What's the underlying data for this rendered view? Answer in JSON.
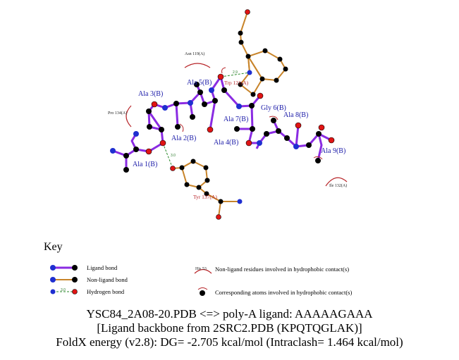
{
  "ligand_residues": [
    {
      "id": "ala1",
      "label": "Ala 1(B)"
    },
    {
      "id": "ala2",
      "label": "Ala 2(B)"
    },
    {
      "id": "ala3",
      "label": "Ala 3(B)"
    },
    {
      "id": "ala4",
      "label": "Ala 4(B)"
    },
    {
      "id": "ala5",
      "label": "Ala 5(B)"
    },
    {
      "id": "gly6",
      "label": "Gly 6(B)"
    },
    {
      "id": "ala7",
      "label": "Ala 7(B)"
    },
    {
      "id": "ala8",
      "label": "Ala 8(B)"
    },
    {
      "id": "ala9",
      "label": "Ala 9(B)"
    }
  ],
  "protein_residues": [
    {
      "id": "trp121",
      "label": "Trp 121(A)"
    },
    {
      "id": "tyr137",
      "label": "Tyr 137(A)"
    }
  ],
  "hydrophobic_residues": [
    {
      "id": "asn119",
      "label": "Asn 119(A)"
    },
    {
      "id": "pro134",
      "label": "Pro 134(A)"
    },
    {
      "id": "ile132",
      "label": "Ile 132(A)"
    }
  ],
  "colors": {
    "ligand_bond": "#8a2be2",
    "nonligand_bond": "#c8842a",
    "hbond": "#2a8a2a",
    "carbon": "#000000",
    "nitrogen": "#1f2fd0",
    "oxygen": "#e01414",
    "hydrophobic_arc": "#b8262a",
    "ligand_label": "#1a1aa8",
    "residue_label": "#b8262a"
  },
  "key": {
    "title": "Key",
    "ligand_bond": "Ligand bond",
    "nonligand_bond": "Non-ligand bond",
    "hydrogen_bond": "Hydrogen bond",
    "hbond_sample_distance": "3.0",
    "hydrophobic_example_label": "His 53",
    "hydrophobic_residues": "Non-ligand residues involved in hydrophobic contact(s)",
    "hydrophobic_atoms": "Corresponding atoms involved in hydrophobic contact(s)"
  },
  "caption": {
    "line1": "YSC84_2A08-20.PDB <=> poly-A ligand: AAAAAGAAA",
    "line2": "[Ligand backbone from 2SRC2.PDB (KPQTQGLAK)]",
    "line3": "FoldX energy (v2.8): DG= -2.705 kcal/mol (Intraclash= 1.464 kcal/mol)"
  }
}
